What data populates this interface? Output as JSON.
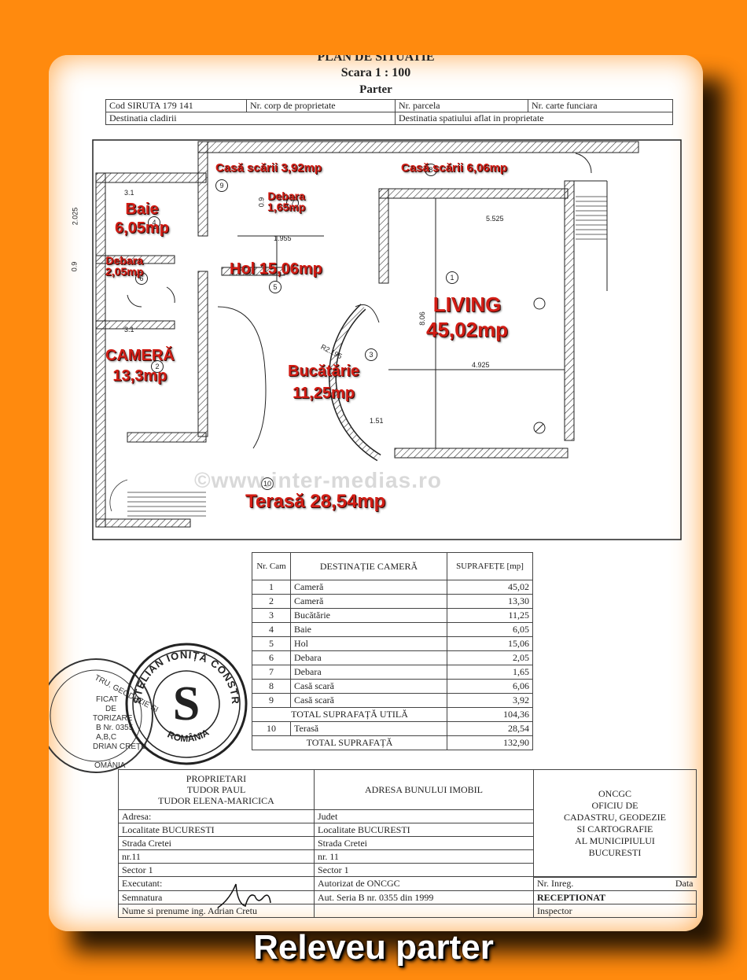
{
  "header": {
    "title": "PLAN DE SITUATIE",
    "scale": "Scara 1 : 100",
    "level": "Parter"
  },
  "info": {
    "cod_siruta": "Cod SIRUTA 179 141",
    "nr_corp": "Nr. corp de proprietate",
    "nr_parcela": "Nr. parcela",
    "nr_carte": "Nr. carte funciara",
    "dest_cladire": "Destinatia cladirii",
    "dest_spatiu": "Destinatia spatiului aflat in proprietate"
  },
  "rooms": {
    "casa_scarii_1": "Casă scării 3,92mp",
    "casa_scarii_2": "Casă scării 6,06mp",
    "debara_top": [
      "Debara",
      "1,65mp"
    ],
    "baie": [
      "Baie",
      "6,05mp"
    ],
    "debara_left": [
      "Debara",
      "2,05mp"
    ],
    "hol": "Hol  15,06mp",
    "living": [
      "LIVING",
      "45,02mp"
    ],
    "camera": [
      "CAMERĂ",
      "13,3mp"
    ],
    "bucatarie": [
      "Bucătărie",
      "11,25mp"
    ],
    "terasa": "Terasă   28,54mp"
  },
  "dimensions": {
    "d1": "3.1",
    "d2": "2.025",
    "d3": "0.9",
    "d4": "0.9",
    "d5": "1.955",
    "d6": "5.525",
    "d7": "3.1",
    "d8": "8.06",
    "d9": "4.925",
    "d10": "1.51",
    "d11": "R2.195"
  },
  "room_numbers": [
    "1",
    "2",
    "3",
    "4",
    "5",
    "6",
    "7",
    "8",
    "9",
    "10"
  ],
  "watermark": "©www.inter-medias.ro",
  "area_table": {
    "headers": [
      "Nr. Cam",
      "DESTINAȚIE CAMERĂ",
      "SUPRAFEȚE [mp]"
    ],
    "rows": [
      [
        "1",
        "Cameră",
        "45,02"
      ],
      [
        "2",
        "Cameră",
        "13,30"
      ],
      [
        "3",
        "Bucătărie",
        "11,25"
      ],
      [
        "4",
        "Baie",
        "6,05"
      ],
      [
        "5",
        "Hol",
        "15,06"
      ],
      [
        "6",
        "Debara",
        "2,05"
      ],
      [
        "7",
        "Debara",
        "1,65"
      ],
      [
        "8",
        "Casă scară",
        "6,06"
      ],
      [
        "9",
        "Casă scară",
        "3,92"
      ]
    ],
    "total_util_label": "TOTAL  SUPRAFAȚĂ UTILĂ",
    "total_util_value": "104,36",
    "terasa_row": [
      "10",
      "Terasă",
      "28,54"
    ],
    "total_label": "TOTAL  SUPRAFAȚĂ",
    "total_value": "132,90"
  },
  "stamp_main": {
    "ring_text": "STELIAN IONIȚĂ CONSTRUCȚII S.A.",
    "bottom_text": "ROMÂNIA"
  },
  "stamp_left": [
    "TRU. GEODEZIE SI CARTOGRAFIE",
    "FICAT",
    "DE",
    "TORIZARE",
    "B Nr. 0355",
    "A,B,C",
    "DRIAN CREȚU",
    "OMÂNIA"
  ],
  "owner_table": {
    "proprietari": [
      "PROPRIETARI",
      "TUDOR PAUL",
      "TUDOR ELENA-MARICICA"
    ],
    "adresa_title": "ADRESA BUNULUI IMOBIL",
    "oncgc": [
      "ONCGC",
      "OFICIU DE",
      "CADASTRU, GEODEZIE",
      "SI CARTOGRAFIE",
      "AL MUNICIPIULUI",
      "BUCURESTI"
    ],
    "left_rows": [
      "Adresa:",
      "Localitate  BUCURESTI",
      "Strada  Cretei",
      "nr.11",
      "Sector 1",
      "Executant:",
      "Semnatura",
      "Nume si prenume ing. Adrian Cretu"
    ],
    "mid_rows": [
      "Judet",
      "Localitate  BUCURESTI",
      "Strada  Cretei",
      "nr. 11",
      "Sector 1",
      "Autorizat de ONCGC",
      "Aut.  Seria B nr. 0355   din 1999",
      ""
    ],
    "nr_inreg": "Nr. Inreg.",
    "data": "Data",
    "receptionat": "RECEPTIONAT",
    "inspector": "Inspector"
  },
  "caption": "Releveu parter"
}
